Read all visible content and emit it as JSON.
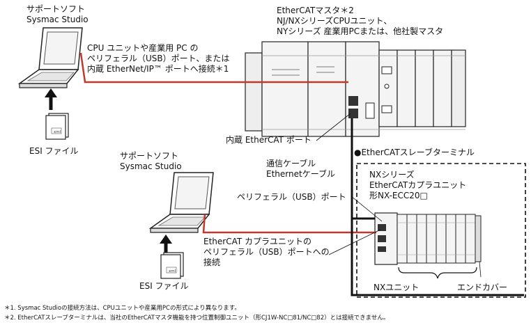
{
  "pc_top": {
    "line1": "サポートソフト",
    "line2": "Sysmac Studio"
  },
  "pc_top_note": {
    "line1": "CPU ユニットや産業用 PC の",
    "line2": "ペリフェラル（USB）ポート、または",
    "line3": "内蔵 EtherNet/IP™ ポートへ接続＊1"
  },
  "esi_top": "ESI ファイル",
  "master": {
    "line1": "EtherCATマスタ＊2",
    "line2": "NJ/NXシリーズCPUユニット、",
    "line3": "NYシリーズ 産業用PCまたは、他社製マスタ"
  },
  "builtin_port": "内蔵 EtherCAT ポート",
  "cable": {
    "line1": "通信ケーブル",
    "line2": "Ethernetケーブル"
  },
  "slave_title": "●EtherCATスレーブターミナル",
  "coupler": {
    "line1": "NXシリーズ",
    "line2": "EtherCATカプラユニット",
    "line3": "形NX-ECC20□"
  },
  "pc_bottom": {
    "line1": "サポートソフト",
    "line2": "Sysmac Studio"
  },
  "peripheral_port": "ペリフェラル（USB）ポート",
  "coupler_note": {
    "line1": "EtherCAT カプラユニットの",
    "line2": "ペリフェラル（USB）ポートへの",
    "line3": "接続"
  },
  "esi_bottom": "ESI ファイル",
  "nx_unit": "NXユニット",
  "end_cover": "エンドカバー",
  "xml_label": "xml",
  "footnote1": "＊1. Sysmac Studioの接続方法は、CPUユニットや産業用PCの形式により異なります。",
  "footnote2": "＊2. EtherCATスレーブターミナルは、当社のEtherCATマスタ機能を持つ位置制御ユニット（形CJ1W-NC□81/NC□82）とは接続できません。",
  "colors": {
    "usb_cable": "#c0392b",
    "ethercat_cable": "#111111",
    "device_gray": "#eeeeee"
  }
}
